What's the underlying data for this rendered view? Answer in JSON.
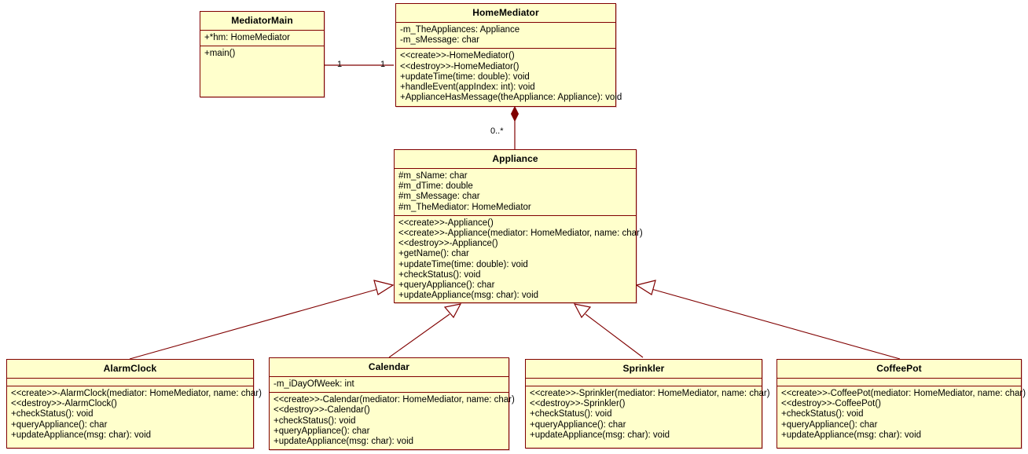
{
  "diagram": {
    "title": "Mediator Pattern Class Diagram",
    "colors": {
      "class_fill": "#ffffcc",
      "class_border": "#800000",
      "connector": "#800000",
      "text": "#000000",
      "canvas": "#ffffff"
    }
  },
  "classes": {
    "mediator_main": {
      "name": "MediatorMain",
      "attributes": [
        "+*hm: HomeMediator"
      ],
      "operations": [
        "+main()"
      ]
    },
    "home_mediator": {
      "name": "HomeMediator",
      "attributes": [
        "-m_TheAppliances: Appliance",
        "-m_sMessage: char"
      ],
      "operations": [
        "<<create>>-HomeMediator()",
        "<<destroy>>-HomeMediator()",
        "+updateTime(time: double): void",
        "+handleEvent(appIndex: int): void",
        "+ApplianceHasMessage(theAppliance: Appliance): void"
      ]
    },
    "appliance": {
      "name": "Appliance",
      "attributes": [
        "#m_sName: char",
        "#m_dTime: double",
        "#m_sMessage: char",
        "#m_TheMediator: HomeMediator"
      ],
      "operations": [
        "<<create>>-Appliance()",
        "<<create>>-Appliance(mediator: HomeMediator, name: char)",
        "<<destroy>>-Appliance()",
        "+getName(): char",
        "+updateTime(time: double): void",
        "+checkStatus(): void",
        "+queryAppliance(): char",
        "+updateAppliance(msg: char): void"
      ]
    },
    "alarm_clock": {
      "name": "AlarmClock",
      "attributes": [],
      "operations": [
        "<<create>>-AlarmClock(mediator: HomeMediator, name: char)",
        "<<destroy>>-AlarmClock()",
        "+checkStatus(): void",
        "+queryAppliance(): char",
        "+updateAppliance(msg: char): void"
      ]
    },
    "calendar": {
      "name": "Calendar",
      "attributes": [
        "-m_iDayOfWeek: int"
      ],
      "operations": [
        "<<create>>-Calendar(mediator: HomeMediator, name: char)",
        "<<destroy>>-Calendar()",
        "+checkStatus(): void",
        "+queryAppliance(): char",
        "+updateAppliance(msg: char): void"
      ]
    },
    "sprinkler": {
      "name": "Sprinkler",
      "attributes": [],
      "operations": [
        "<<create>>-Sprinkler(mediator: HomeMediator, name: char)",
        "<<destroy>>-Sprinkler()",
        "+checkStatus(): void",
        "+queryAppliance(): char",
        "+updateAppliance(msg: char): void"
      ]
    },
    "coffee_pot": {
      "name": "CoffeePot",
      "attributes": [],
      "operations": [
        "<<create>>-CoffeePot(mediator: HomeMediator, name: char)",
        "<<destroy>>-CoffeePot()",
        "+checkStatus(): void",
        "+queryAppliance(): char",
        "+updateAppliance(msg: char): void"
      ]
    }
  },
  "connectors": {
    "main_to_mediator": {
      "type": "association",
      "source_multiplicity": "1",
      "target_multiplicity": "1"
    },
    "mediator_to_appliance": {
      "type": "composition",
      "target_multiplicity": "0..*"
    },
    "generalizations": [
      {
        "type": "generalization",
        "source": "AlarmClock",
        "target": "Appliance"
      },
      {
        "type": "generalization",
        "source": "Calendar",
        "target": "Appliance"
      },
      {
        "type": "generalization",
        "source": "Sprinkler",
        "target": "Appliance"
      },
      {
        "type": "generalization",
        "source": "CoffeePot",
        "target": "Appliance"
      }
    ]
  }
}
